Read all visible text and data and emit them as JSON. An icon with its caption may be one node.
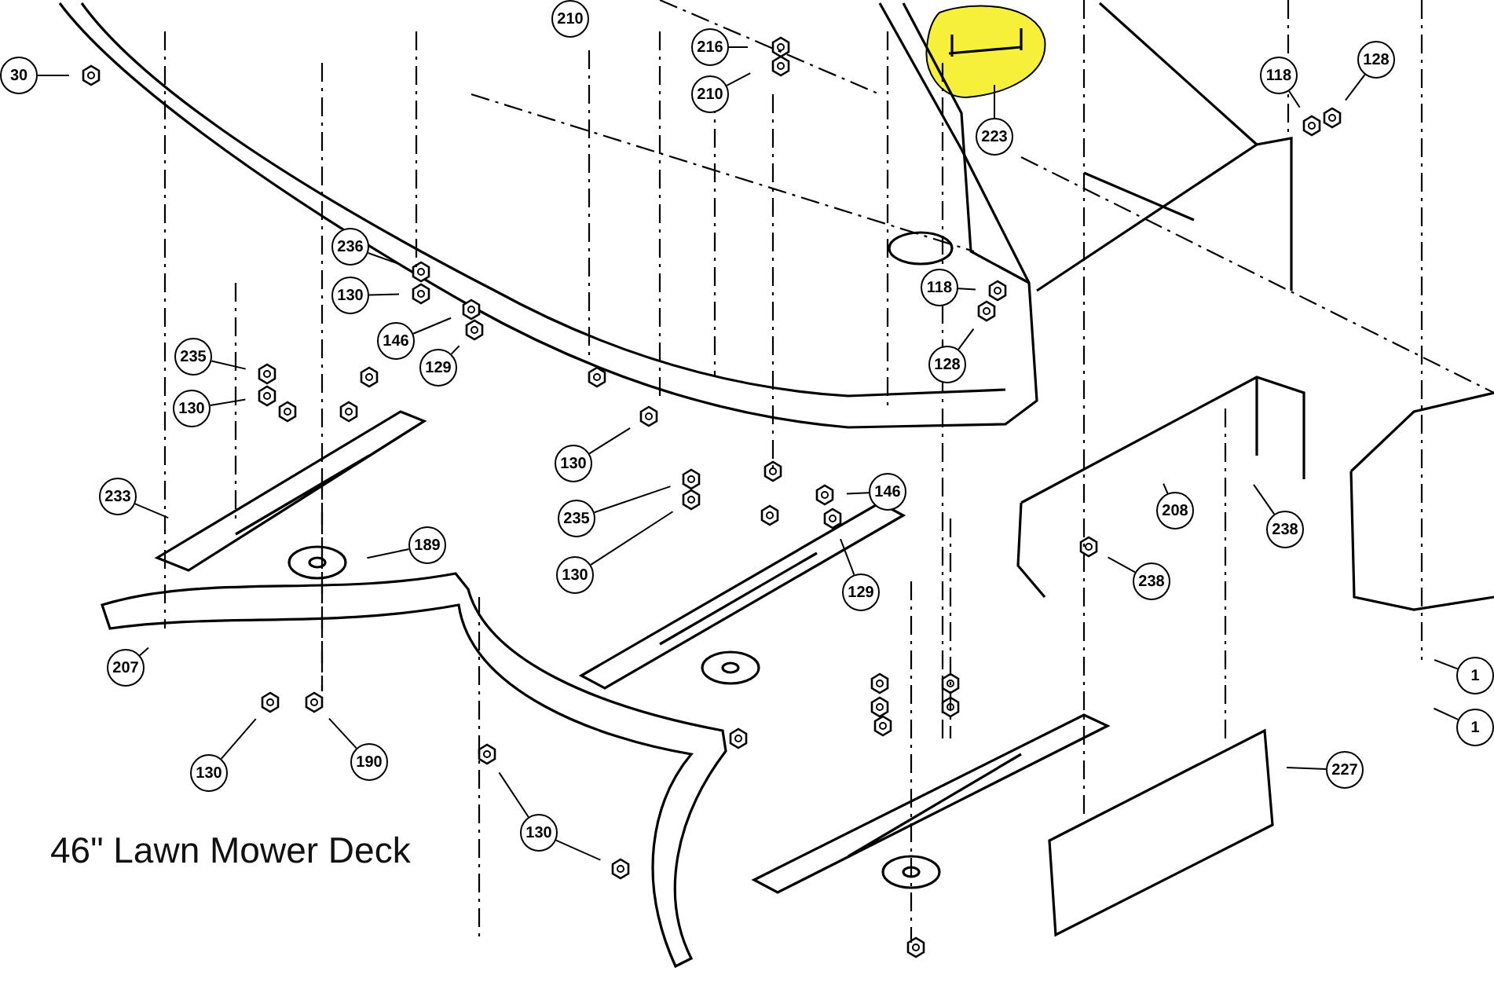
{
  "diagram": {
    "caption": "46\" Lawn Mower Deck",
    "nodes": [
      {
        "text": [
          "30"
        ]
      },
      {
        "text": [
          "210"
        ]
      },
      {
        "text": [
          "216"
        ]
      },
      {
        "text": [
          "210"
        ]
      },
      {
        "text": [
          "223"
        ]
      },
      {
        "text": [
          "118"
        ]
      },
      {
        "text": [
          "128"
        ]
      },
      {
        "text": [
          "236"
        ]
      },
      {
        "text": [
          "130"
        ]
      },
      {
        "text": [
          "146"
        ]
      },
      {
        "text": [
          "129"
        ]
      },
      {
        "text": [
          "235"
        ]
      },
      {
        "text": [
          "130"
        ]
      },
      {
        "text": [
          "118"
        ]
      },
      {
        "text": [
          "128"
        ]
      },
      {
        "text": [
          "130"
        ]
      },
      {
        "text": [
          "233"
        ]
      },
      {
        "text": [
          "235"
        ]
      },
      {
        "text": [
          "130"
        ]
      },
      {
        "text": [
          "146"
        ]
      },
      {
        "text": [
          "129"
        ]
      },
      {
        "text": [
          "189"
        ]
      },
      {
        "text": [
          "207"
        ]
      },
      {
        "text": [
          "130"
        ]
      },
      {
        "text": [
          "190"
        ]
      },
      {
        "text": [
          "130"
        ]
      },
      {
        "text": [
          "208"
        ]
      },
      {
        "text": [
          "238"
        ]
      },
      {
        "text": [
          "238"
        ]
      },
      {
        "text": [
          "227"
        ]
      },
      {
        "text": [
          "1"
        ]
      },
      {
        "text": [
          "1"
        ]
      }
    ],
    "edges": [
      {
        "from": 0,
        "to": null,
        "arrow": "none"
      },
      {
        "from": 2,
        "to": null,
        "arrow": "none"
      },
      {
        "from": 3,
        "to": null,
        "arrow": "none"
      },
      {
        "from": 4,
        "to": null,
        "arrow": "none"
      },
      {
        "from": 5,
        "to": null,
        "arrow": "none"
      },
      {
        "from": 6,
        "to": null,
        "arrow": "none"
      },
      {
        "from": 7,
        "to": null,
        "arrow": "none"
      },
      {
        "from": 8,
        "to": null,
        "arrow": "none"
      },
      {
        "from": 9,
        "to": null,
        "arrow": "none"
      },
      {
        "from": 10,
        "to": null,
        "arrow": "none"
      },
      {
        "from": 11,
        "to": null,
        "arrow": "none"
      },
      {
        "from": 12,
        "to": null,
        "arrow": "none"
      },
      {
        "from": 13,
        "to": null,
        "arrow": "none"
      },
      {
        "from": 14,
        "to": null,
        "arrow": "none"
      },
      {
        "from": 15,
        "to": null,
        "arrow": "none"
      },
      {
        "from": 16,
        "to": null,
        "arrow": "none"
      },
      {
        "from": 17,
        "to": null,
        "arrow": "none"
      },
      {
        "from": 18,
        "to": null,
        "arrow": "none"
      },
      {
        "from": 19,
        "to": null,
        "arrow": "none"
      },
      {
        "from": 20,
        "to": null,
        "arrow": "none"
      },
      {
        "from": 21,
        "to": null,
        "arrow": "none"
      },
      {
        "from": 22,
        "to": null,
        "arrow": "none"
      },
      {
        "from": 23,
        "to": null,
        "arrow": "none"
      },
      {
        "from": 24,
        "to": null,
        "arrow": "none"
      },
      {
        "from": 25,
        "to": null,
        "arrow": "none"
      },
      {
        "from": 25,
        "to": null,
        "arrow": "none"
      },
      {
        "from": 26,
        "to": null,
        "arrow": "none"
      },
      {
        "from": 27,
        "to": null,
        "arrow": "none"
      },
      {
        "from": 28,
        "to": null,
        "arrow": "none"
      },
      {
        "from": 29,
        "to": null,
        "arrow": "none"
      },
      {
        "from": 30,
        "to": null,
        "arrow": "none"
      },
      {
        "from": 31,
        "to": null,
        "arrow": "none"
      }
    ]
  }
}
